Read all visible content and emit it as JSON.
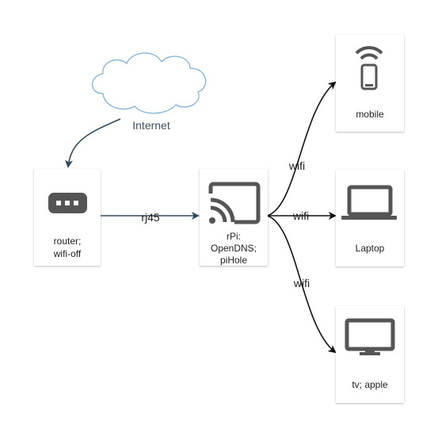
{
  "cloud": {
    "label": "Internet"
  },
  "nodes": {
    "router": {
      "label_line1": "router;",
      "label_line2": "wifi-off",
      "icon": "router-icon"
    },
    "rpi": {
      "label_line1": "rPi:",
      "label_line2": "OpenDNS;",
      "label_line3": "piHole",
      "icon": "cast-icon"
    },
    "mobile": {
      "label": "mobile",
      "icon": "smartphone-wifi-icon"
    },
    "laptop": {
      "label": "Laptop",
      "icon": "laptop-icon"
    },
    "tv": {
      "label": "tv; apple",
      "icon": "monitor-icon"
    }
  },
  "edges": {
    "router_rpi": "rj45",
    "rpi_mobile": "wifi",
    "rpi_laptop": "wifi",
    "rpi_tv": "wifi"
  },
  "colors": {
    "icon": "#555555",
    "cloud_stroke": "#7fb3d5",
    "arrow_dark": "#2c3e50",
    "card_shadow": "#d8d8d8"
  }
}
